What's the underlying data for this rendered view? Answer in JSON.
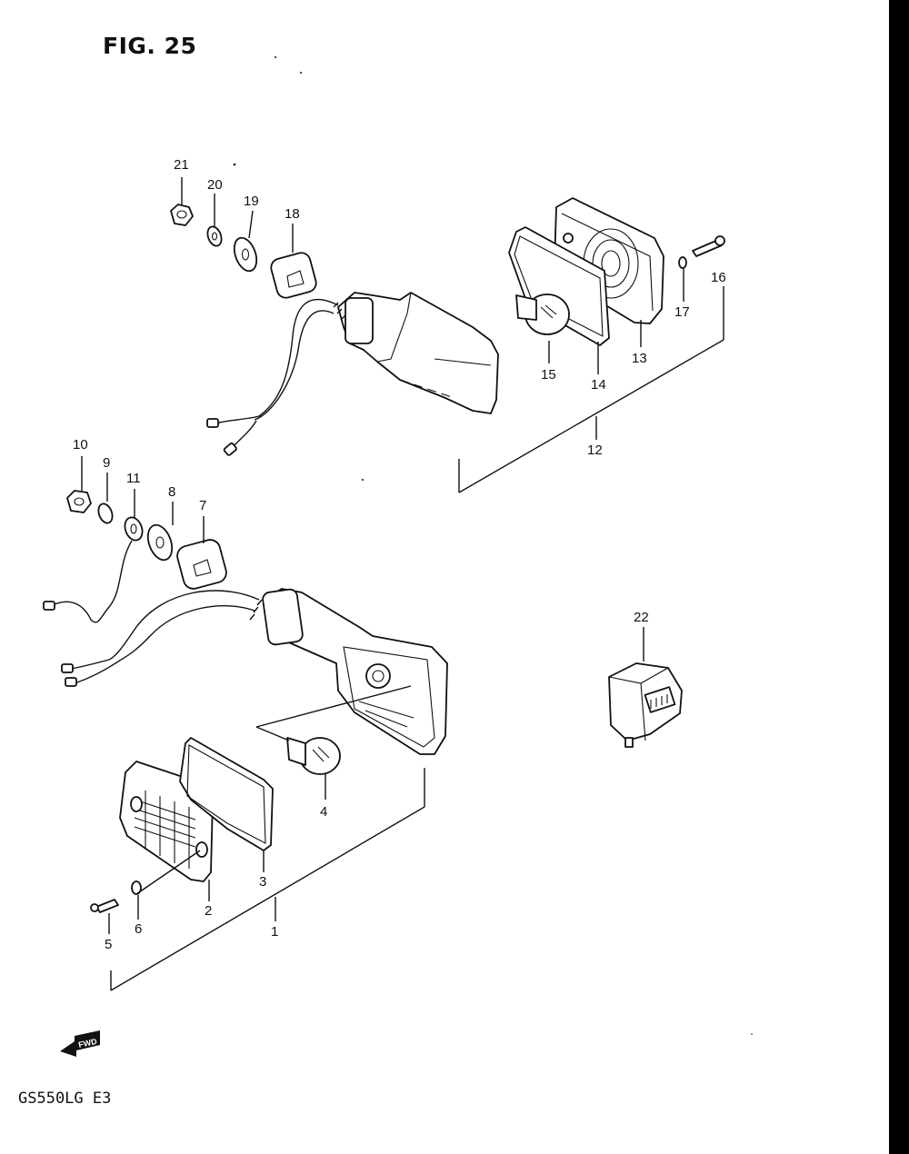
{
  "header": {
    "figure_label": "FIG. 25"
  },
  "footer": {
    "model_code": "GS550LG  E3"
  },
  "fwd_arrow_label": "FWD",
  "callouts": {
    "c1": "1",
    "c2": "2",
    "c3": "3",
    "c4": "4",
    "c5": "5",
    "c6": "6",
    "c7": "7",
    "c8": "8",
    "c9": "9",
    "c10": "10",
    "c11": "11",
    "c12": "12",
    "c13": "13",
    "c14": "14",
    "c15": "15",
    "c16": "16",
    "c17": "17",
    "c18": "18",
    "c19": "19",
    "c20": "20",
    "c21": "21",
    "c22": "22"
  }
}
